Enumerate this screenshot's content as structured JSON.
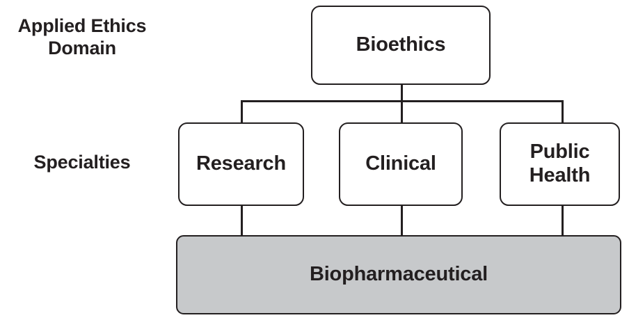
{
  "diagram": {
    "title": "Applied Ethics Domain hierarchy",
    "background_color": "#ffffff",
    "line_color": "#231f20",
    "text_color": "#231f20",
    "node_fill": "#ffffff",
    "highlight_fill": "#c7c9cb",
    "row_labels": [
      {
        "id": "applied-ethics-domain",
        "text": "Applied Ethics\nDomain"
      },
      {
        "id": "specialties",
        "text": "Specialties"
      }
    ],
    "nodes": [
      {
        "id": "bioethics",
        "label": "Bioethics",
        "level": "Applied Ethics Domain",
        "fill": "#ffffff"
      },
      {
        "id": "research",
        "label": "Research",
        "level": "Specialties",
        "fill": "#ffffff"
      },
      {
        "id": "clinical",
        "label": "Clinical",
        "level": "Specialties",
        "fill": "#ffffff"
      },
      {
        "id": "public-health",
        "label": "Public\nHealth",
        "level": "Specialties",
        "fill": "#ffffff"
      },
      {
        "id": "biopharmaceutical",
        "label": "Biopharmaceutical",
        "level": "",
        "fill": "#c7c9cb"
      }
    ],
    "edges": [
      {
        "from": "bioethics",
        "to": "research"
      },
      {
        "from": "bioethics",
        "to": "clinical"
      },
      {
        "from": "bioethics",
        "to": "public-health"
      },
      {
        "from": "research",
        "to": "biopharmaceutical"
      },
      {
        "from": "clinical",
        "to": "biopharmaceutical"
      },
      {
        "from": "public-health",
        "to": "biopharmaceutical"
      }
    ]
  }
}
